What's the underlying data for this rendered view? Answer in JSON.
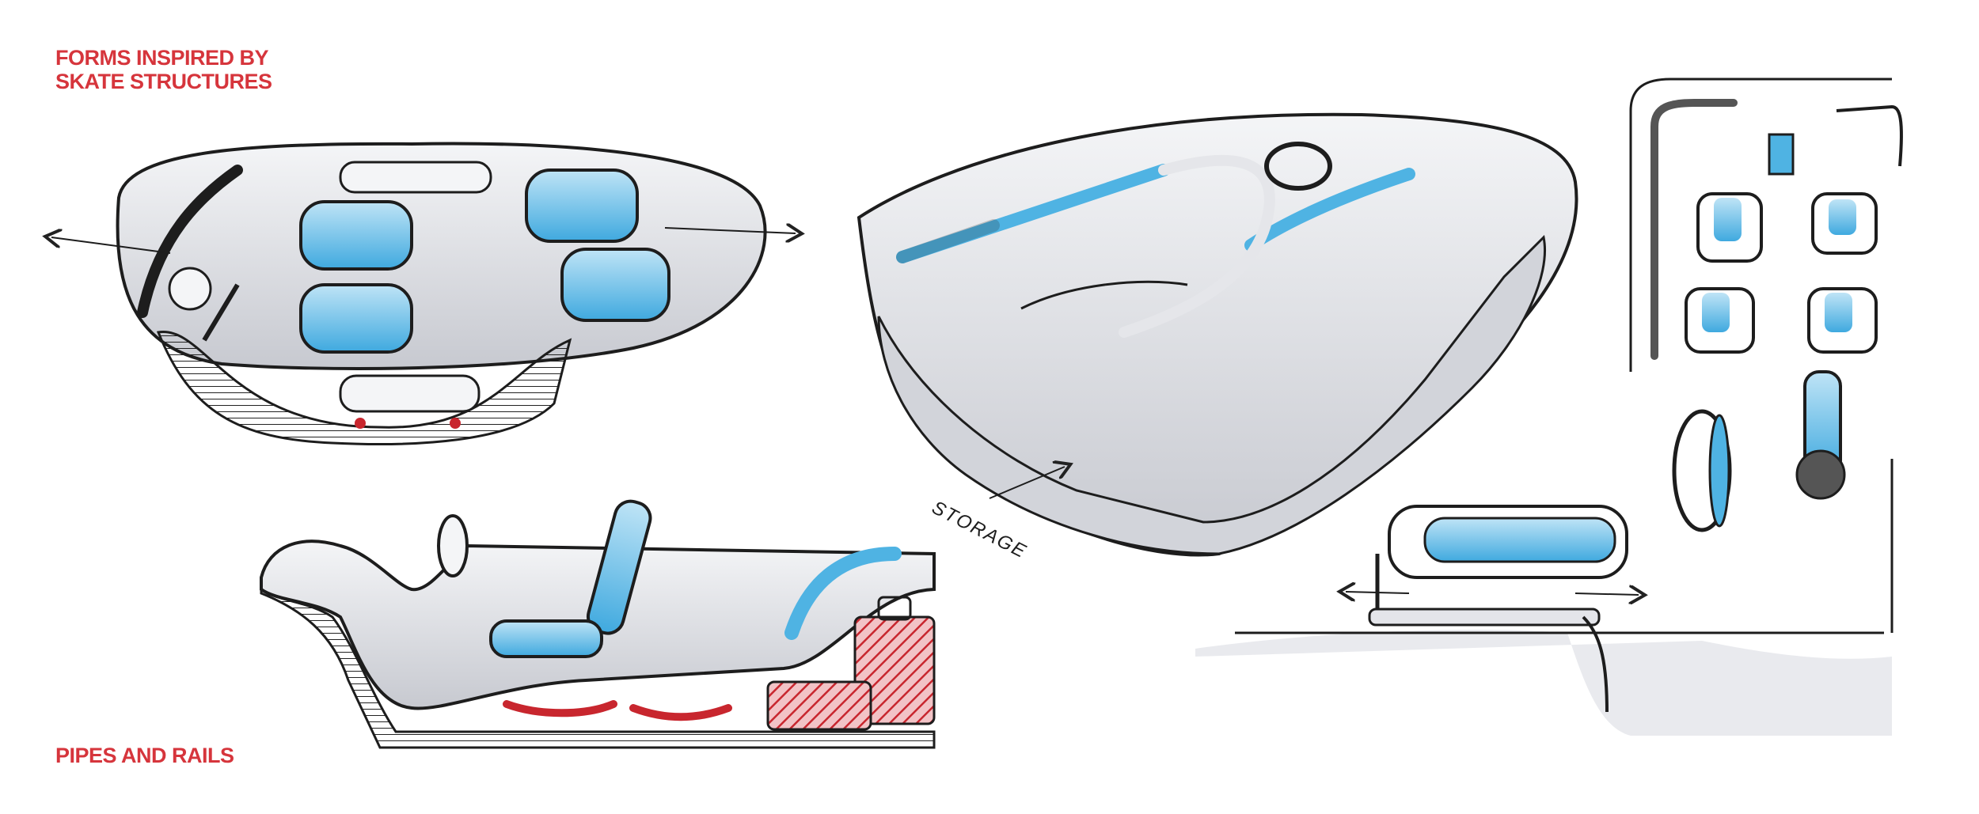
{
  "labels": {
    "top_line1": "FORMS INSPIRED BY",
    "top_line2": "SKATE STRUCTURES",
    "bottom": "PIPES AND RAILS",
    "storage": "STORAGE"
  },
  "colors": {
    "accent_red": "#d6353c",
    "accent_blue": "#4fb3e3",
    "ink": "#1d1d1d",
    "shadow_gray": "#c9cbd1"
  },
  "sketches": [
    "top-view-interior-sketch",
    "side-section-sketch",
    "perspective-shell-sketch",
    "seat-plan-sketch",
    "seat-detail-sketch"
  ]
}
